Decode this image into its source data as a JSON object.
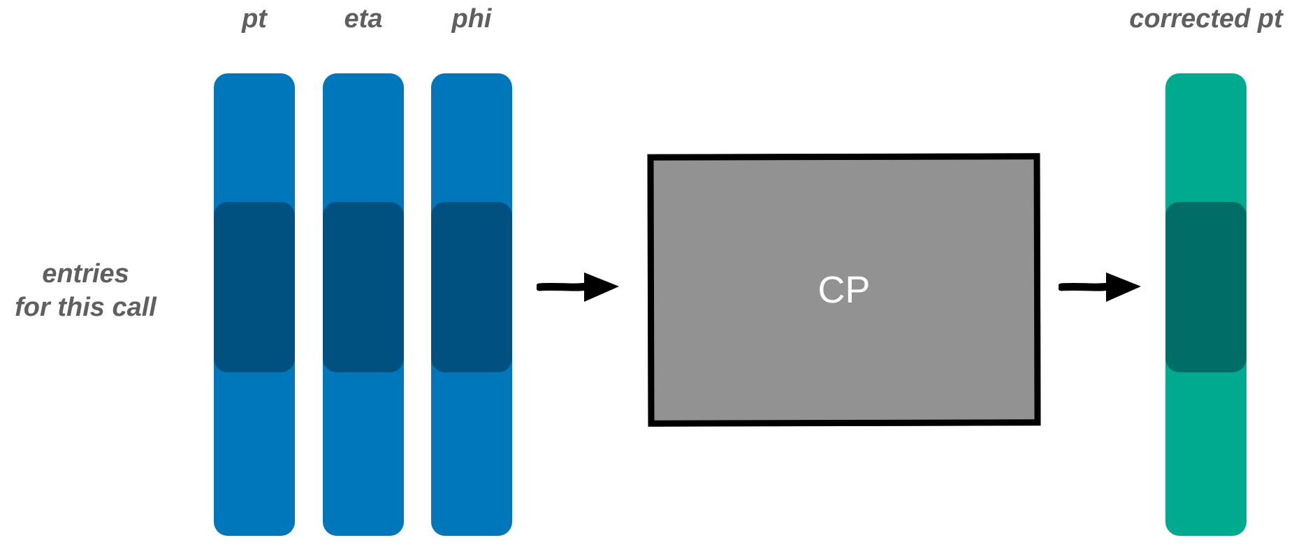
{
  "inputs": [
    {
      "label": "pt"
    },
    {
      "label": "eta"
    },
    {
      "label": "phi"
    }
  ],
  "side_label_line1": "entries",
  "side_label_line2": "for this call",
  "processor": {
    "label": "CP"
  },
  "output": {
    "label": "corrected pt"
  },
  "colors": {
    "input_column": "#0077bb",
    "input_band": "#005080",
    "output_column": "#00aa8e",
    "output_band": "#006d66",
    "processor_fill": "#929292",
    "label_text": "#5f5f5f"
  }
}
